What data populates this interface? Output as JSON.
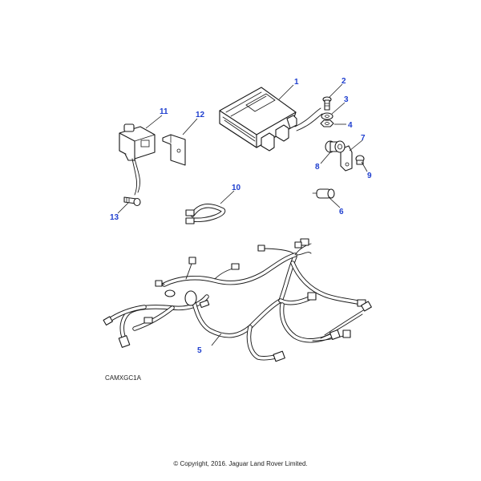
{
  "diagram": {
    "reference_code": "CAMXGC1A",
    "copyright": "© Copyright, 2016. Jaguar Land Rover Limited.",
    "callouts": [
      "1",
      "2",
      "3",
      "4",
      "5",
      "6",
      "7",
      "8",
      "9",
      "10",
      "11",
      "12",
      "13"
    ],
    "callout_color": "#1f3fcf"
  }
}
